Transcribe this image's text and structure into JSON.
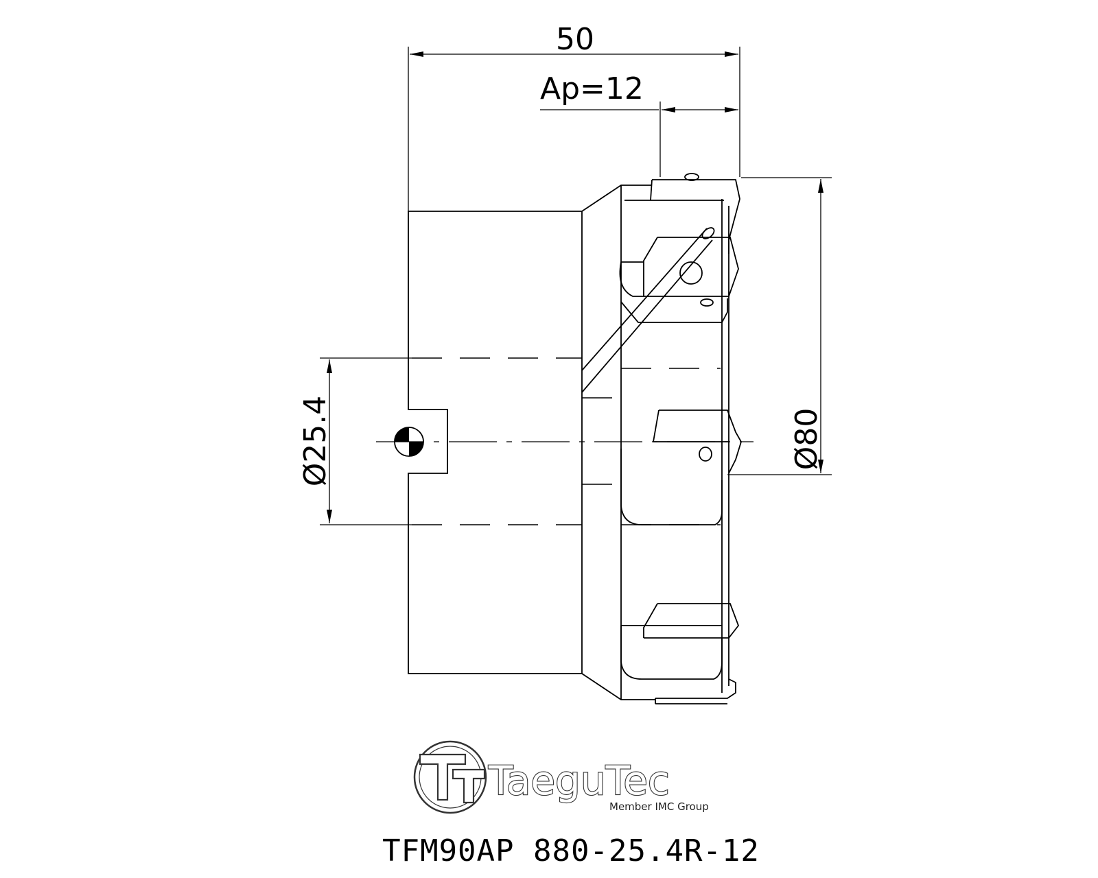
{
  "dimensions": {
    "length": "50",
    "ap": "Ap=12",
    "bore_diameter": "Ø25.4",
    "outer_diameter": "Ø80"
  },
  "logo": {
    "brand": "TaeguTec",
    "tagline": "Member IMC Group"
  },
  "part_number": "TFM90AP 880-25.4R-12",
  "colors": {
    "line": "#000000",
    "background": "#ffffff"
  }
}
